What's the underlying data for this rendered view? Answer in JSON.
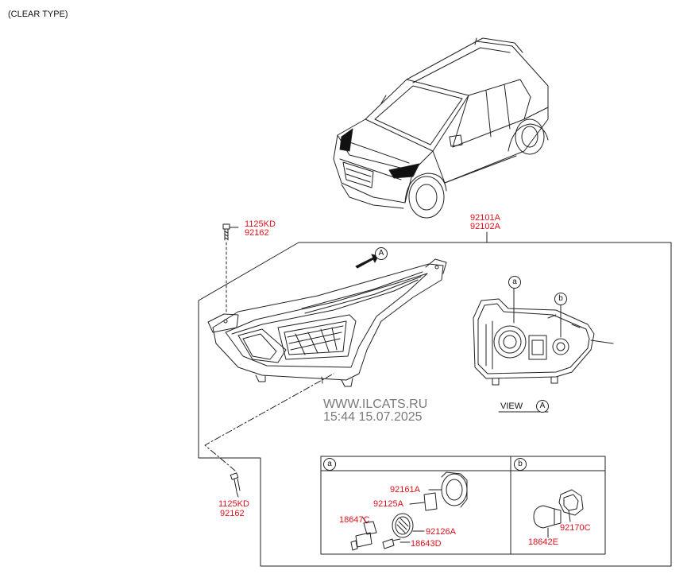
{
  "title": "(CLEAR TYPE)",
  "parts": {
    "bolt_top_a": "1125KD",
    "bolt_top_b": "92162",
    "assembly_a": "92101A",
    "assembly_b": "92102A",
    "bolt_bottom_a": "1125KD",
    "bolt_bottom_b": "92162",
    "bulb_socket": "92161A",
    "cover": "92125A",
    "bulb_h": "18647C",
    "seal": "92126A",
    "screw": "18643D",
    "bulb_b": "18642E",
    "socket_b": "92170C"
  },
  "markers": {
    "view_arrow": "A",
    "view_label": "VIEW",
    "view_letter": "A",
    "detail_a": "a",
    "detail_b": "b",
    "section_a": "a",
    "section_b": "b"
  },
  "watermark": {
    "line1": "WWW.ILCATS.RU",
    "line2": "15:44 15.07.2025"
  },
  "colors": {
    "part_number": "#e0111b",
    "line": "#222222"
  }
}
